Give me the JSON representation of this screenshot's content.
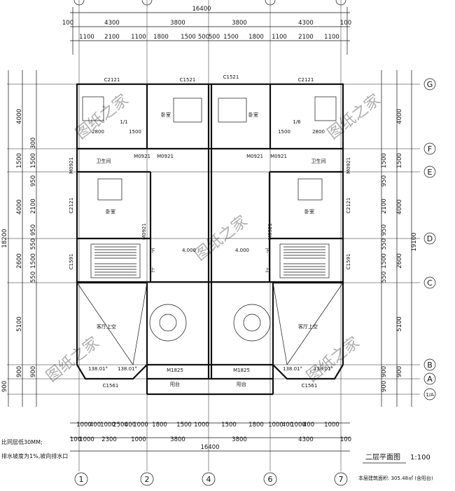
{
  "top_dims": {
    "overall": "16400",
    "row2": [
      "100",
      "4300",
      "3800",
      "3800",
      "4300",
      "100"
    ],
    "row3": [
      "1100",
      "2100",
      "1100",
      "1800",
      "1500",
      "500",
      "500",
      "1500",
      "1800",
      "1100",
      "2100",
      "1100"
    ]
  },
  "bottom_dims": {
    "overall": "16400",
    "row1": [
      "1000",
      "400",
      "1000",
      "2500",
      "400",
      "1000",
      "1800",
      "1500",
      "1000",
      "1500",
      "1800",
      "1000",
      "400",
      "1000",
      "400",
      "1000"
    ],
    "row2": [
      "100",
      "1000",
      "2300",
      "1000",
      "3800",
      "3800",
      "4300",
      "100"
    ]
  },
  "left_dims": {
    "overall": "18200",
    "segments": [
      "4000",
      "1500",
      "300",
      "950",
      "2100",
      "950",
      "550",
      "1500",
      "550",
      "5100",
      "900",
      "900"
    ],
    "outer": [
      "4000",
      "1500",
      "4000",
      "2600",
      "5100",
      "900",
      "900"
    ]
  },
  "right_dims": {
    "overall": "19100",
    "segments": [
      "4000",
      "1500",
      "950",
      "2100",
      "950",
      "550",
      "1500",
      "550",
      "5100",
      "900",
      "900"
    ],
    "outer": [
      "4000",
      "1500",
      "4000",
      "2600",
      "5100",
      "900"
    ]
  },
  "axes_h": [
    "G",
    "F",
    "E",
    "D",
    "C",
    "B",
    "A",
    "1/A"
  ],
  "axes_v": [
    "1",
    "2",
    "4",
    "6",
    "7"
  ],
  "windows": [
    "C2121",
    "C1521",
    "C1521",
    "C2121",
    "C2121",
    "C2121",
    "C1591",
    "C1591",
    "C1561",
    "C1561"
  ],
  "doors": [
    "M0921",
    "M0921",
    "M0921",
    "M0921",
    "M0921",
    "M0921",
    "M0921",
    "M0921",
    "M1825",
    "M1825"
  ],
  "rooms": {
    "bedroom": "卧室",
    "bath": "卫生间",
    "void": "客厅上空",
    "balcony": "阳台",
    "down": "下",
    "up": "上",
    "level": "4.000"
  },
  "callouts": [
    "1/1",
    "1/6",
    "2800",
    "1500",
    "1500",
    "2800"
  ],
  "angles": [
    "138.01°",
    "138.01°",
    "138.01°",
    "138.01°"
  ],
  "watermark": "图纸之家",
  "note": [
    "比同层低30MM;",
    "排水坡度为1%,坡向排水口"
  ],
  "drawing_title": "二层平面图",
  "scale": "1:100",
  "area_note": "本层建筑面积: 305.48㎡ (含阳台)"
}
